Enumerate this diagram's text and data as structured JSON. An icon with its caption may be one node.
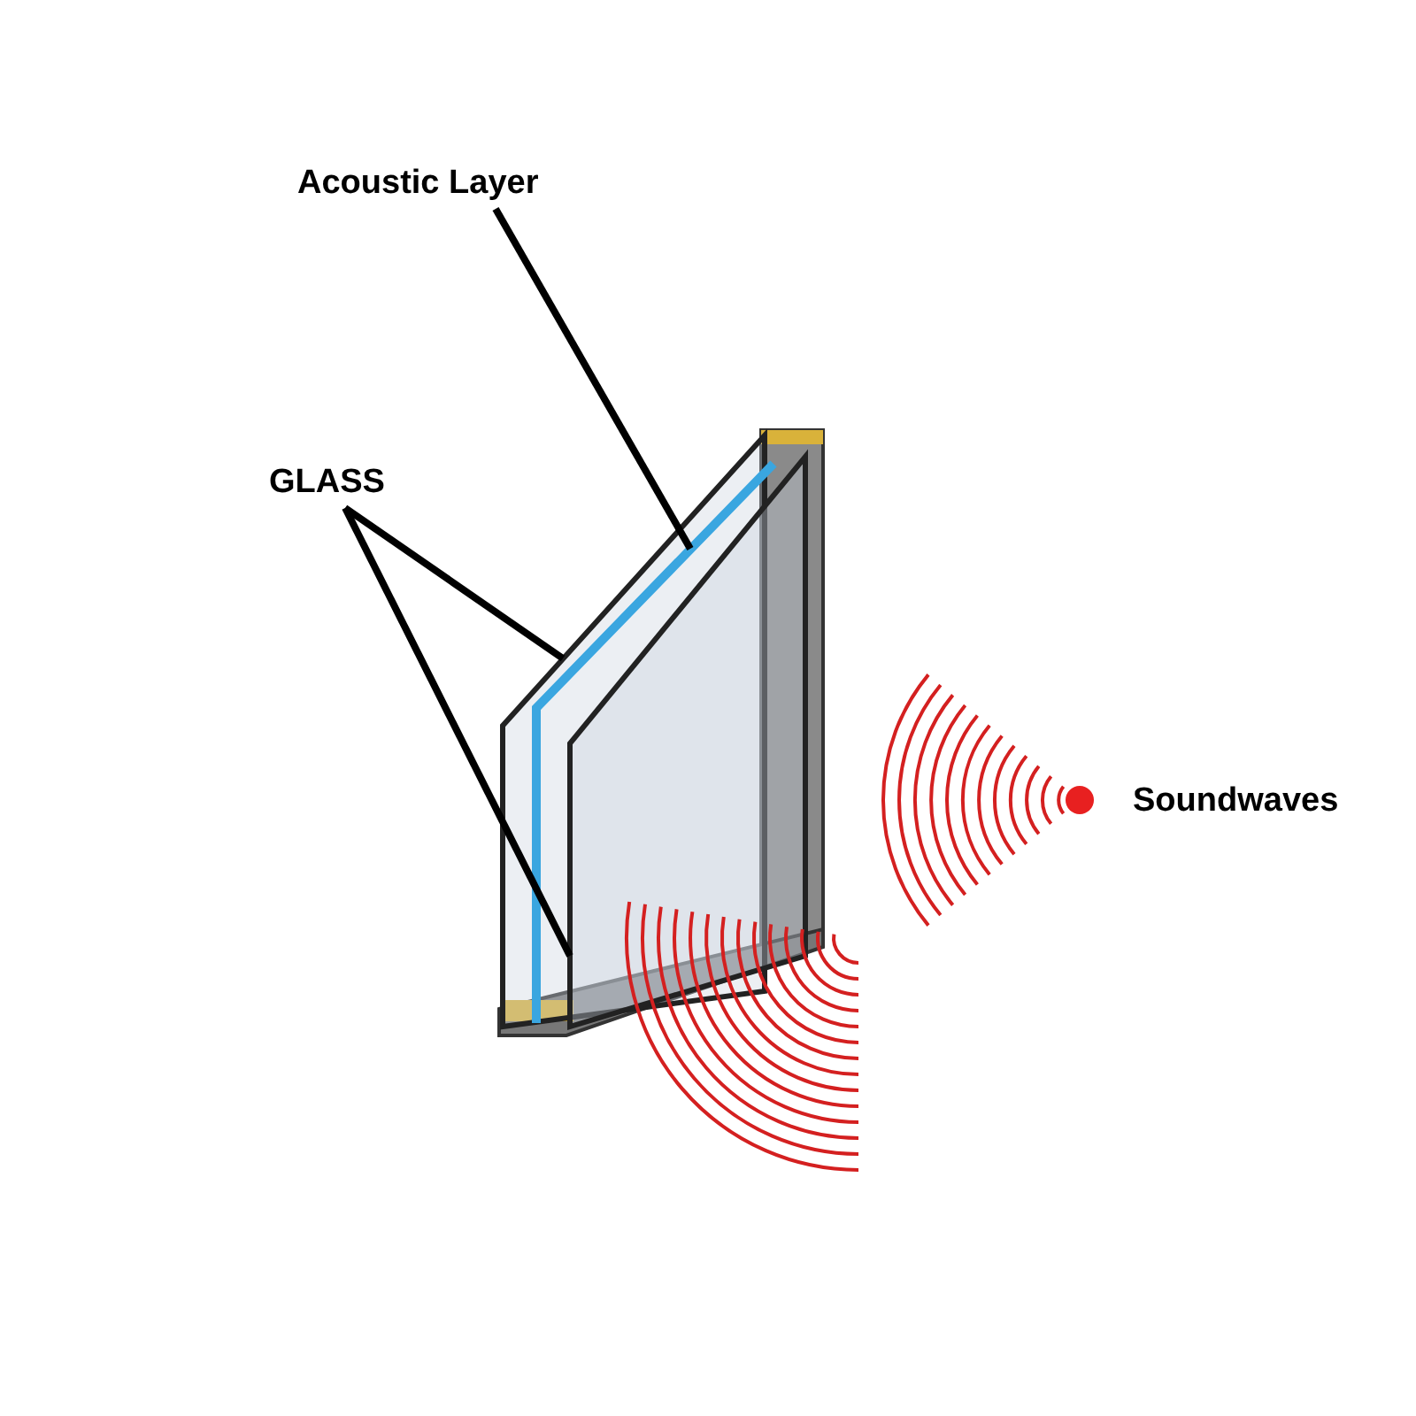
{
  "diagram": {
    "nodes": [
      {
        "text": [
          "Acoustic Layer"
        ]
      },
      {
        "text": [
          "GLASS"
        ]
      },
      {
        "text": [],
        "shape": "bar"
      },
      {
        "text": [],
        "shape": "box"
      },
      {
        "text": [],
        "shape": "box"
      }
    ],
    "edges": [
      {
        "from": 0,
        "to": 2,
        "arrow": "none"
      },
      {
        "from": 1,
        "to": 3,
        "arrow": "none"
      },
      {
        "from": 1,
        "to": 4,
        "arrow": "none"
      }
    ],
    "labels": [
      "Soundwaves"
    ]
  }
}
